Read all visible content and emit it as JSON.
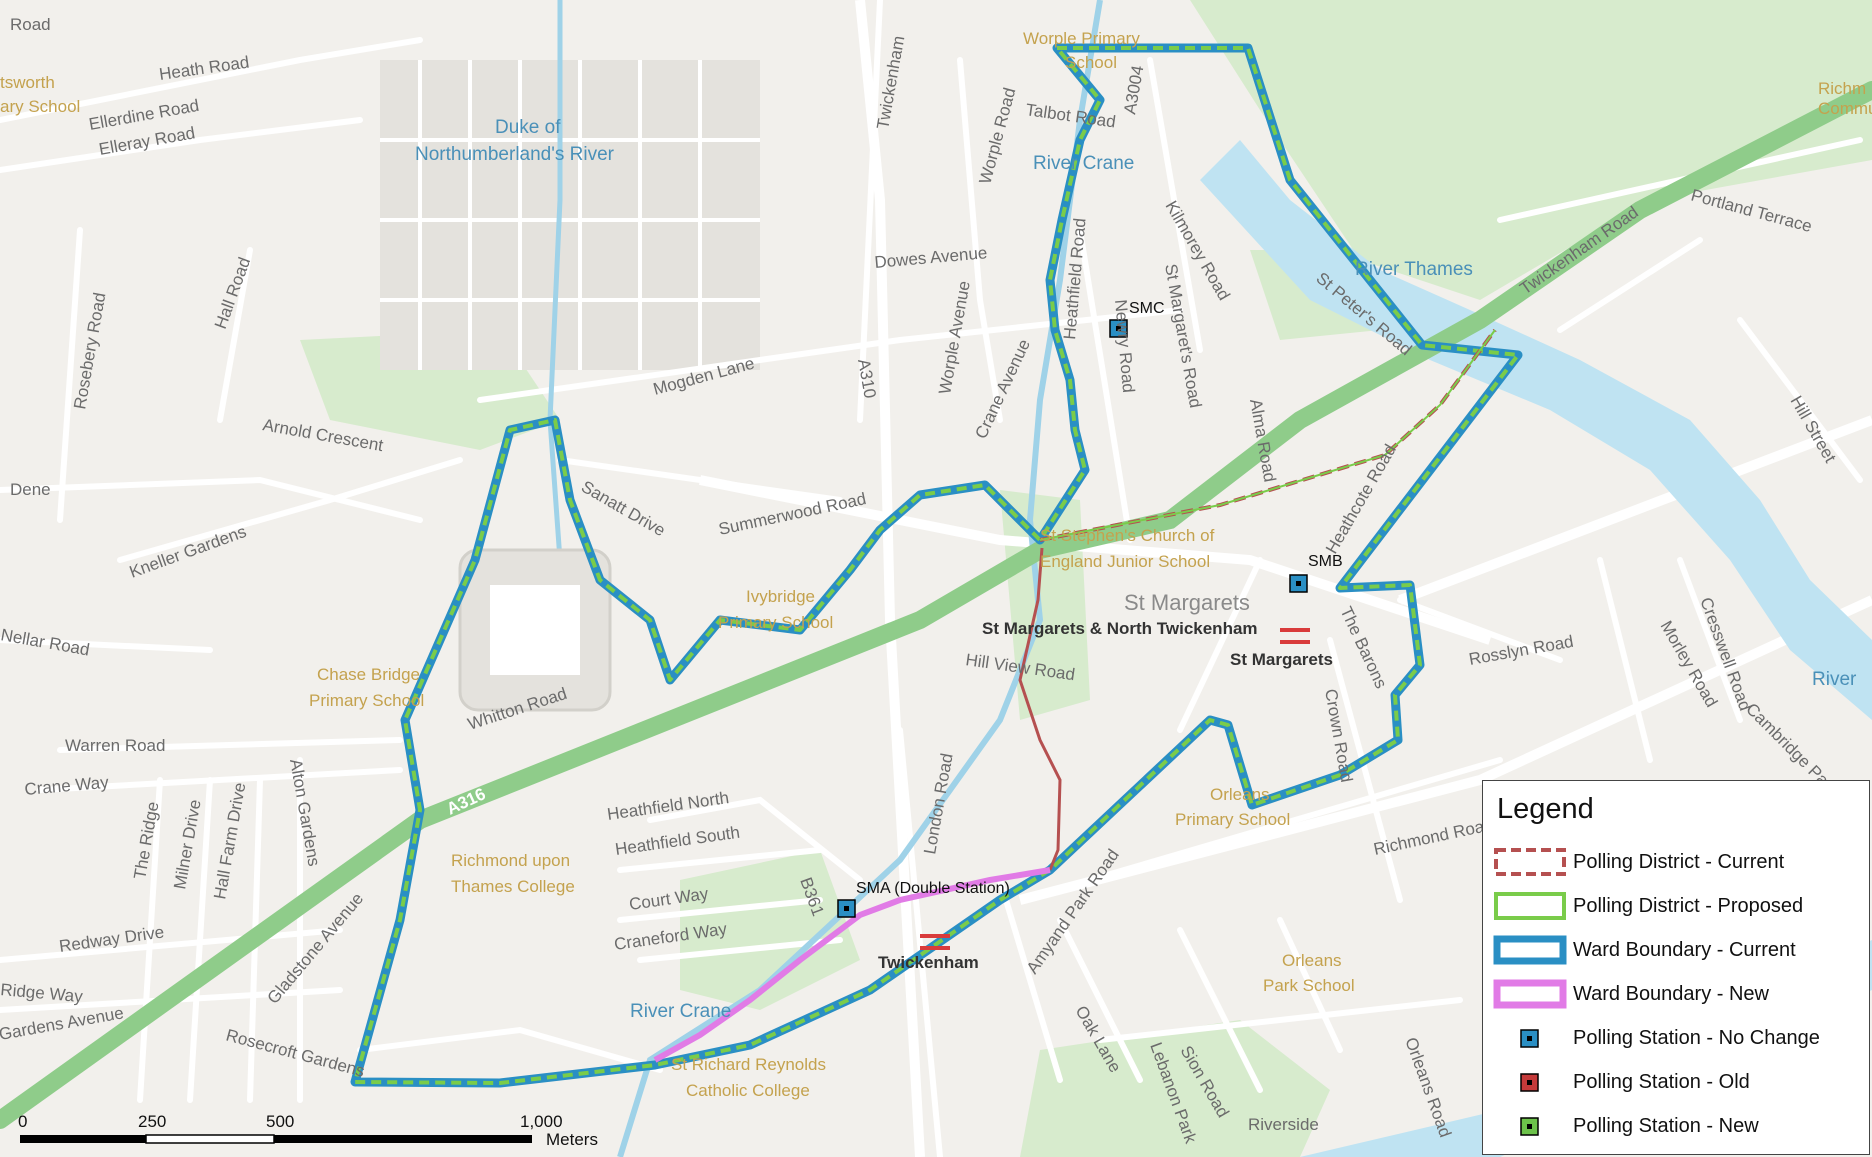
{
  "legend": {
    "title": "Legend",
    "items": [
      {
        "label": "Polling District - Current",
        "symbol": "dashed-red"
      },
      {
        "label": "Polling District - Proposed",
        "symbol": "green-outline"
      },
      {
        "label": "Ward Boundary - Current",
        "symbol": "blue-outline"
      },
      {
        "label": "Ward Boundary - New",
        "symbol": "pink-outline"
      },
      {
        "label": "Polling Station - No Change",
        "symbol": "blue-square"
      },
      {
        "label": "Polling Station - Old",
        "symbol": "red-square"
      },
      {
        "label": "Polling Station - New",
        "symbol": "green-square"
      }
    ]
  },
  "colors": {
    "basemap": "#f2f0ec",
    "water": "#bfe3f2",
    "park": "#d7ebcd",
    "major_road": "#8fcc8a",
    "ward_current": "#2a8fc4",
    "district_current": "#b55050",
    "district_proposed": "#7acc4a",
    "ward_new": "#e17be6",
    "station_fill": "#2a8fc4"
  },
  "polling_stations": [
    {
      "label": "SMC",
      "status": "No Change"
    },
    {
      "label": "SMB",
      "status": "No Change"
    },
    {
      "label": "SMA (Double Station)",
      "status": "No Change"
    }
  ],
  "district_label": "St Margarets & North Twickenham",
  "road_labels": [
    "Road",
    "Heath Road",
    "Elleray Road",
    "Hall Road",
    "Rosebery Road",
    "Arnold Crescent",
    "Kneller Gardens",
    "Whitton Road",
    "Warren Road",
    "Crane Way",
    "The Ridge",
    "Milner Drive",
    "Hall Farm Drive",
    "Alton Gardens",
    "Gladstone Avenue",
    "Rosecroft Gardens",
    "Redway Drive",
    "Mogden Lane",
    "Summerwood Road",
    "Sanatt Drive",
    "Court Way",
    "Craneford Way",
    "Heathfield North",
    "Heathfield South",
    "London Road",
    "Twickenham",
    "Worple Road",
    "Talbot Road",
    "Dowes Avenue",
    "Worple Avenue",
    "Crane Avenue",
    "Hill View Road",
    "Kilmorey Road",
    "St Margaret's Road",
    "Heathcote Road",
    "St Peter's Road",
    "Alma Road",
    "The Barons",
    "Crown Road",
    "Rosslyn Road",
    "Richmond Road",
    "Amyand Park Road",
    "Oak Lane",
    "Lebanon Park",
    "Sion Road",
    "Orleans Road",
    "Riverside",
    "Portland Terrace",
    "Twickenham Road",
    "Morley Road",
    "Cresswell Road",
    "Cambridge Park",
    "Hill Street",
    "Ellerdine Road",
    "Heathfield Road",
    "Newry Road",
    "Gardens Avenue",
    "Ridge Way",
    "Nellar Road",
    "Dene",
    "A316",
    "A3004",
    "A310",
    "B361"
  ],
  "water_labels": [
    "Duke of",
    "Northumberland's River",
    "River Crane",
    "River Thames",
    "River",
    "River Crane"
  ],
  "poi_labels": [
    "Worple Primary",
    "School",
    "Chase Bridge",
    "Primary School",
    "Ivybridge",
    "Primary School",
    "St Stephen's Church of",
    "England Junior School",
    "Richmond upon",
    "Thames College",
    "Orleans",
    "Primary School",
    "Orleans",
    "Park School",
    "St Richard Reynolds",
    "Catholic College",
    "tsworth",
    "ary School",
    "Richm",
    "Commu"
  ],
  "place_labels": [
    "St Margarets",
    "Twickenham",
    "St Margarets"
  ],
  "scale": {
    "ticks": [
      "0",
      "250",
      "500",
      "1,000"
    ],
    "unit": "Meters"
  }
}
